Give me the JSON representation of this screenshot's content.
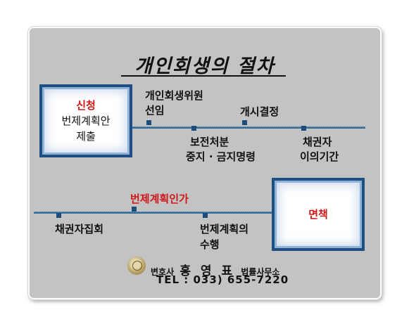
{
  "title": "개인회생의 절차",
  "start_box": {
    "line1": "신청",
    "line2": "번제계획안",
    "line3": "제출"
  },
  "end_box": {
    "label": "면책"
  },
  "steps_top": {
    "commissioner_line1": "개인회생위원",
    "commissioner_line2": "선임",
    "commencement": "개시결정",
    "preservation_line1": "보전처분",
    "preservation_line2": "중지 · 금지명령",
    "objection_line1": "채권자",
    "objection_line2": "이의기간"
  },
  "steps_bottom": {
    "approval": "번제계획인가",
    "creditors_meeting": "채권자집회",
    "performance_line1": "번제계획의",
    "performance_line2": "수행"
  },
  "footer": {
    "prefix": "변호사",
    "name": "홍 영 표",
    "suffix": "법률사무소",
    "tel": "TEL : 033) 655-7220"
  },
  "colors": {
    "timeline": "#3a6c98",
    "box_border": "#1f4e83",
    "highlight": "#d01818",
    "panel": "#c3c3c3"
  }
}
